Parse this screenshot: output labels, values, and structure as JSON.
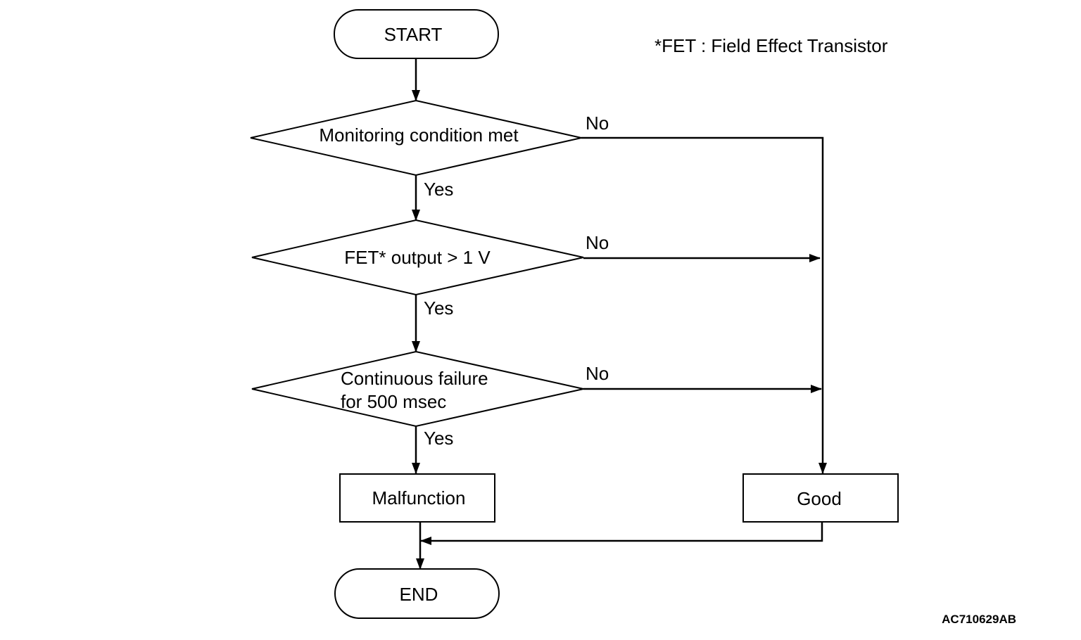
{
  "legend": "*FET : Field Effect Transistor",
  "nodes": {
    "start": "START",
    "decision1": "Monitoring condition met",
    "decision2": "FET* output > 1 V",
    "decision3_line1": "Continuous failure",
    "decision3_line2": "for 500 msec",
    "malfunction": "Malfunction",
    "good": "Good",
    "end": "END"
  },
  "edges": {
    "d1_yes": "Yes",
    "d1_no": "No",
    "d2_yes": "Yes",
    "d2_no": "No",
    "d3_yes": "Yes",
    "d3_no": "No"
  },
  "figure_code": "AC710629AB",
  "colors": {
    "stroke": "#000000",
    "background": "#ffffff"
  }
}
